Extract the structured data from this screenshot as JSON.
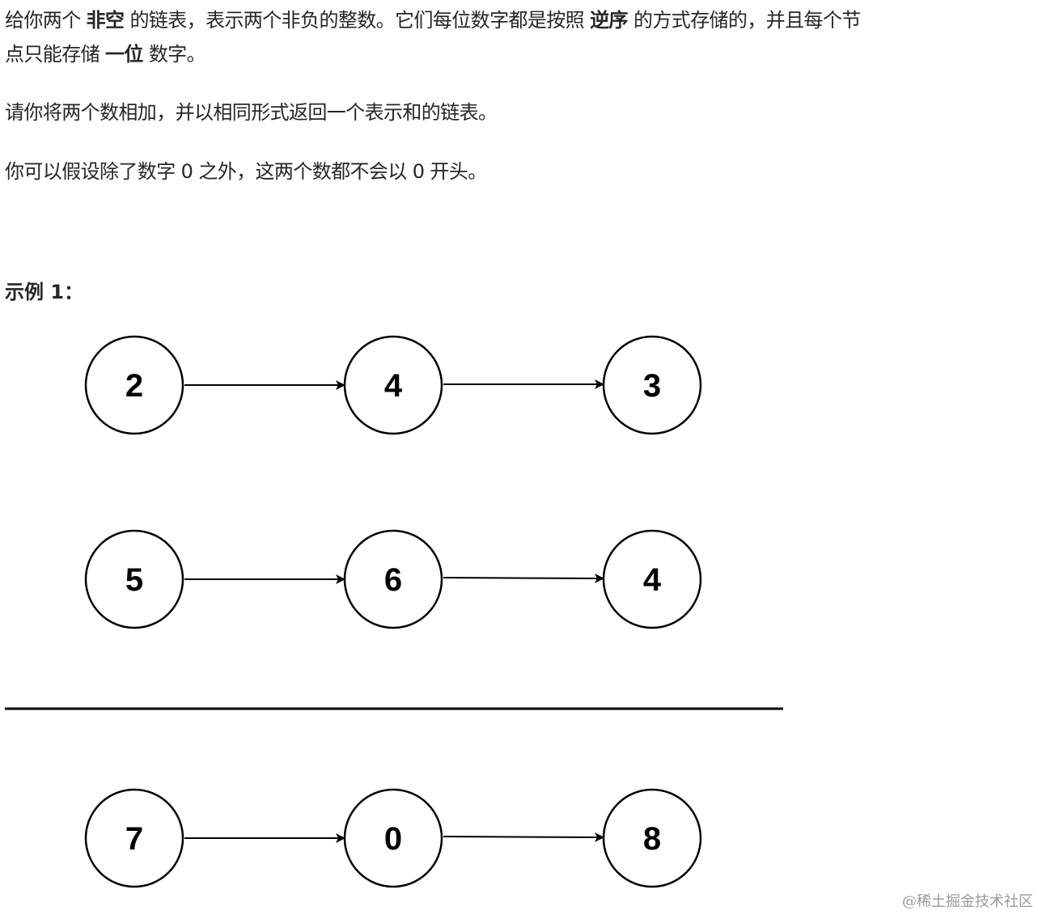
{
  "paragraphs": {
    "p1": {
      "t1": "给你两个 ",
      "b1": "非空",
      "t2": " 的链表，表示两个非负的整数。它们每位数字都是按照 ",
      "b2": "逆序",
      "t3": " 的方式存储的，并且每个节",
      "t4": "点只能存储 ",
      "b3": "一位",
      "t5": " 数字。"
    },
    "p2": "请你将两个数相加，并以相同形式返回一个表示和的链表。",
    "p3": "你可以假设除了数字 0 之外，这两个数都不会以 0 开头。"
  },
  "example_heading": "示例 1：",
  "diagram": {
    "rows": [
      {
        "nodes": [
          "2",
          "4",
          "3"
        ]
      },
      {
        "nodes": [
          "5",
          "6",
          "4"
        ]
      },
      {
        "nodes": [
          "7",
          "0",
          "8"
        ]
      }
    ]
  },
  "watermark": "@稀土掘金技术社区"
}
